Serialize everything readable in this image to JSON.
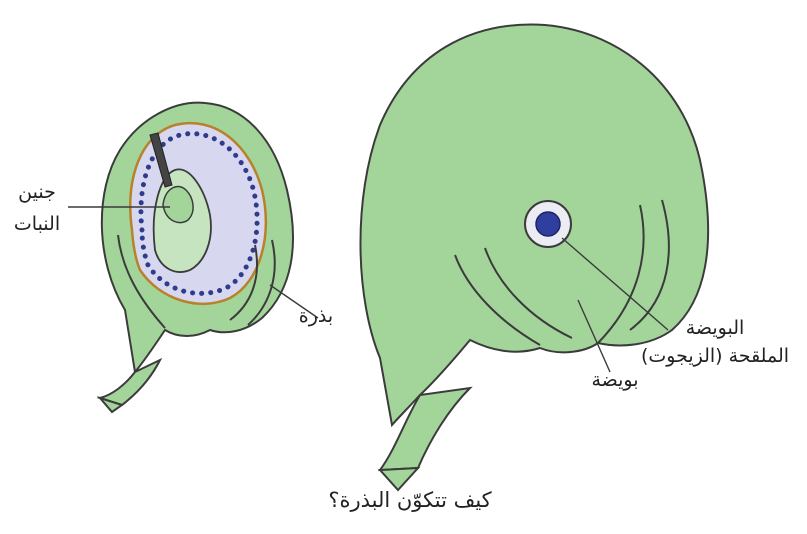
{
  "labels": {
    "embryo_line1": "جنين",
    "embryo_line2": "النبات",
    "seed": "بذرة",
    "fertilized_ovule_line1": "البويضة",
    "fertilized_ovule_line2": "الملقحة (الزيجوت)",
    "ovule": "بويضة"
  },
  "caption": "كيف تتكوّن البذرة؟",
  "colors": {
    "plant_green": "#a3d59b",
    "outline": "#3b3b3b",
    "seed_inner": "#d7d7ef",
    "seed_coat_brown": "#b8822c",
    "dots": "#2f3b8c",
    "nucleus": "#2f3fa0",
    "halo": "#ececf5"
  }
}
